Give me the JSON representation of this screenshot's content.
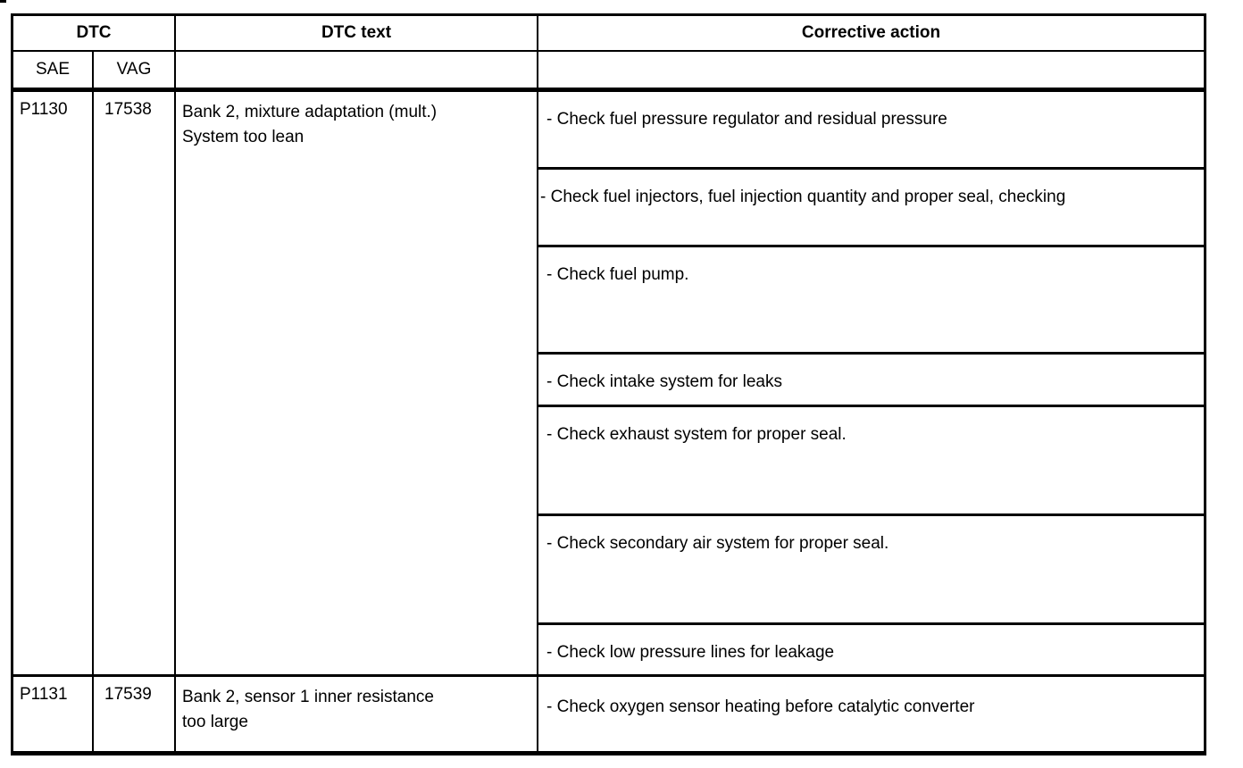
{
  "page": {
    "background": "#ffffff",
    "border_color": "#000000"
  },
  "table": {
    "header": {
      "dtc": "DTC",
      "dtc_text": "DTC text",
      "corrective_action": "Corrective action",
      "sae": "SAE",
      "vag": "VAG"
    },
    "rows": [
      {
        "sae": "P1130",
        "vag": "17538",
        "dtc_text_lines": [
          "Bank 2, mixture adaptation (mult.)",
          "System too lean"
        ],
        "actions": [
          "- Check fuel pressure regulator and residual pressure",
          "- Check fuel injectors, fuel injection quantity and proper seal, checking",
          "- Check fuel pump.",
          "- Check intake system for leaks",
          "- Check exhaust system for proper seal.",
          "- Check secondary air system for proper seal.",
          "- Check low pressure lines for leakage"
        ]
      },
      {
        "sae": "P1131",
        "vag": "17539",
        "dtc_text_lines": [
          "Bank 2, sensor 1 inner resistance",
          "too large"
        ],
        "actions": [
          "- Check oxygen sensor heating before catalytic converter"
        ]
      }
    ]
  }
}
